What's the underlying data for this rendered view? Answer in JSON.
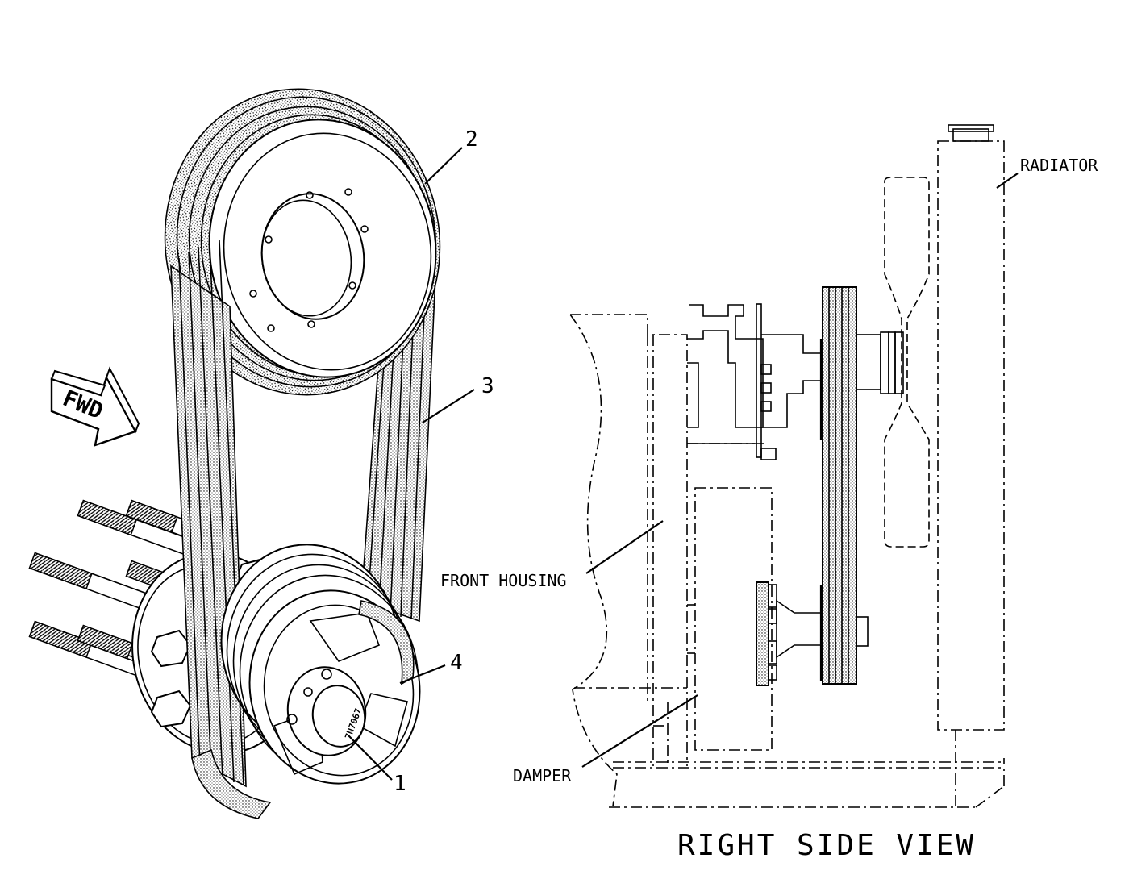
{
  "callouts": {
    "c1": "1",
    "c2": "2",
    "c3": "3",
    "c4": "4"
  },
  "labels": {
    "fwd": "FWD",
    "radiator": "RADIATOR",
    "front_housing": "FRONT HOUSING",
    "damper": "DAMPER",
    "part_number": "7N7067",
    "view_title": "RIGHT SIDE VIEW"
  }
}
